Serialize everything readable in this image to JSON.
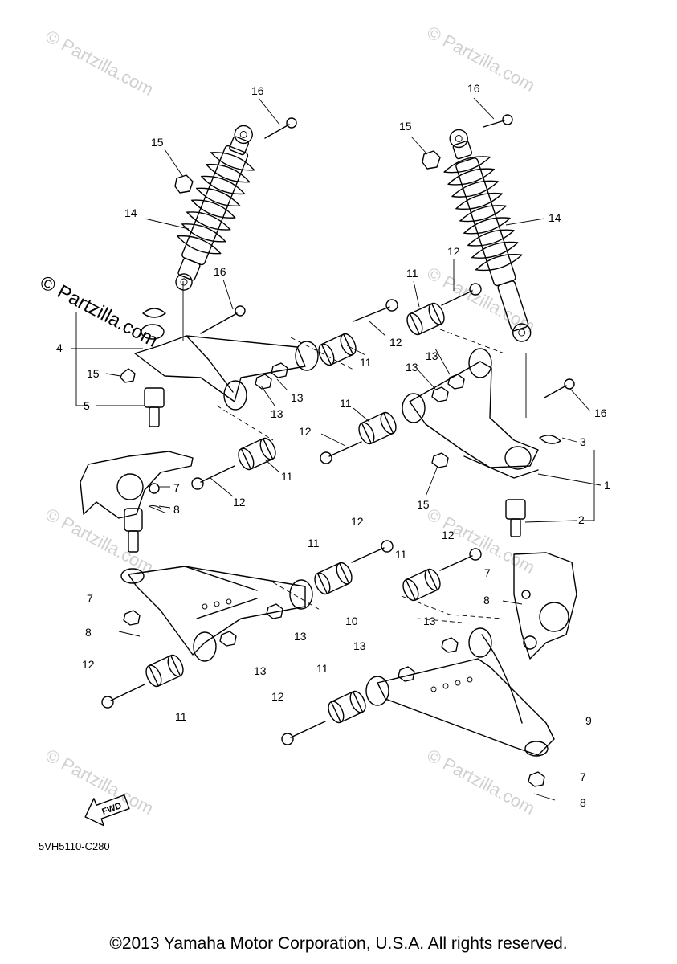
{
  "diagram": {
    "code": "5VH5110-C280",
    "copyright": "©2013 Yamaha Motor Corporation, U.S.A. All rights reserved.",
    "corner_watermark": "© Partzilla.com",
    "watermark": "© Partzilla.com",
    "fwd_label": "FWD",
    "callouts": [
      {
        "id": "c16a",
        "label": "16"
      },
      {
        "id": "c15a",
        "label": "15"
      },
      {
        "id": "c14a",
        "label": "14"
      },
      {
        "id": "c16b",
        "label": "16"
      },
      {
        "id": "c4",
        "label": "4"
      },
      {
        "id": "c15b",
        "label": "15"
      },
      {
        "id": "c5",
        "label": "5"
      },
      {
        "id": "c7a",
        "label": "7"
      },
      {
        "id": "c8a",
        "label": "8"
      },
      {
        "id": "c16c",
        "label": "16"
      },
      {
        "id": "c15c",
        "label": "15"
      },
      {
        "id": "c14b",
        "label": "14"
      },
      {
        "id": "c12a",
        "label": "12"
      },
      {
        "id": "c11a",
        "label": "11"
      },
      {
        "id": "c12b",
        "label": "12"
      },
      {
        "id": "c13a",
        "label": "13"
      },
      {
        "id": "c13b",
        "label": "13"
      },
      {
        "id": "c11b",
        "label": "11"
      },
      {
        "id": "c13c",
        "label": "13"
      },
      {
        "id": "c13d",
        "label": "13"
      },
      {
        "id": "c11c",
        "label": "11"
      },
      {
        "id": "c12c",
        "label": "12"
      },
      {
        "id": "c16d",
        "label": "16"
      },
      {
        "id": "c3",
        "label": "3"
      },
      {
        "id": "c11d",
        "label": "11"
      },
      {
        "id": "c12d",
        "label": "12"
      },
      {
        "id": "c1",
        "label": "1"
      },
      {
        "id": "c15d",
        "label": "15"
      },
      {
        "id": "c2",
        "label": "2"
      },
      {
        "id": "c12e",
        "label": "12"
      },
      {
        "id": "c11e",
        "label": "11"
      },
      {
        "id": "c12f",
        "label": "12"
      },
      {
        "id": "c11f",
        "label": "11"
      },
      {
        "id": "c7b",
        "label": "7"
      },
      {
        "id": "c8b",
        "label": "8"
      },
      {
        "id": "c7c",
        "label": "7"
      },
      {
        "id": "c8c",
        "label": "8"
      },
      {
        "id": "c10",
        "label": "10"
      },
      {
        "id": "c13e",
        "label": "13"
      },
      {
        "id": "c13f",
        "label": "13"
      },
      {
        "id": "c13g",
        "label": "13"
      },
      {
        "id": "c13h",
        "label": "13"
      },
      {
        "id": "c12g",
        "label": "12"
      },
      {
        "id": "c11g",
        "label": "11"
      },
      {
        "id": "c11h",
        "label": "11"
      },
      {
        "id": "c12h",
        "label": "12"
      },
      {
        "id": "c9",
        "label": "9"
      },
      {
        "id": "c7d",
        "label": "7"
      },
      {
        "id": "c8d",
        "label": "8"
      }
    ]
  }
}
